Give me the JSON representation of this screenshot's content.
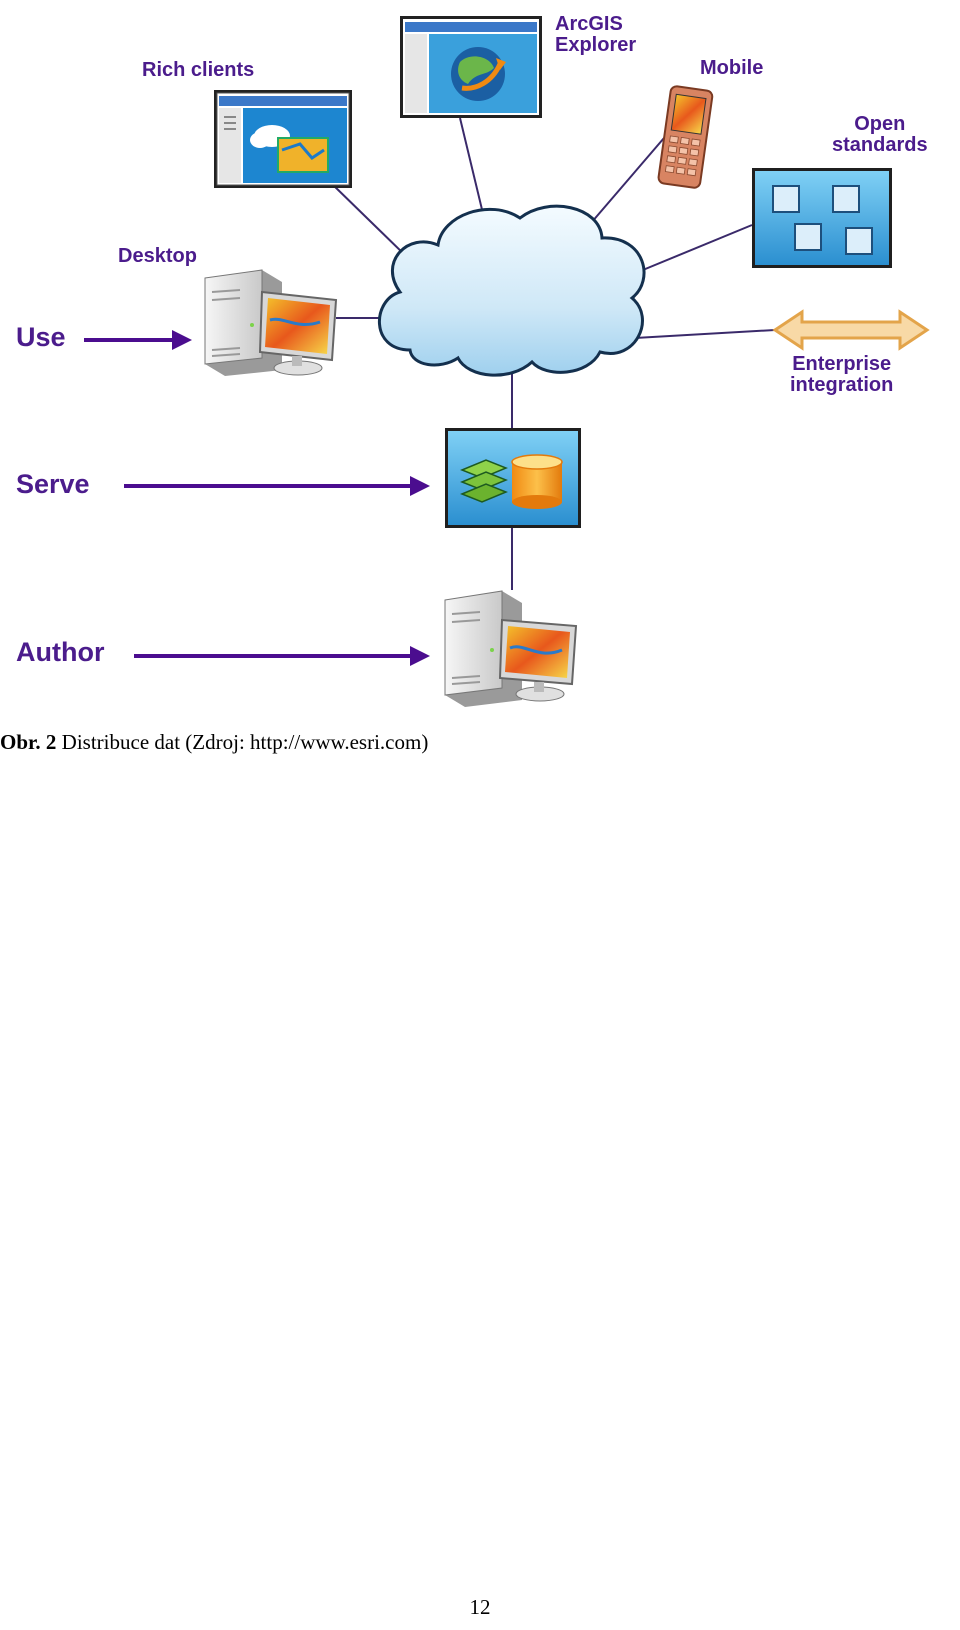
{
  "diagram": {
    "labels": {
      "rich_clients": "Rich clients",
      "arcgis_explorer_line1": "ArcGIS",
      "arcgis_explorer_line2": "Explorer",
      "mobile": "Mobile",
      "open_standards_line1": "Open",
      "open_standards_line2": "standards",
      "desktop": "Desktop",
      "enterprise_line1": "Enterprise",
      "enterprise_line2": "integration",
      "use": "Use",
      "serve": "Serve",
      "author": "Author"
    },
    "icons": [
      "rich-client-window-icon",
      "arcgis-explorer-globe-icon",
      "mobile-phone-icon",
      "open-standards-icon",
      "desktop-computer-icon",
      "cloud-icon",
      "enterprise-double-arrow-icon",
      "server-layers-database-icon",
      "author-computer-icon"
    ],
    "colors": {
      "label": "#4b1c8c",
      "arrow": "#4b0d8f",
      "line": "#3a2a6a",
      "panel": "#3aa0dc",
      "cloud": "#cfe8f7"
    }
  },
  "caption": {
    "prefix": "Obr. 2",
    "text": " Distribuce dat (Zdroj: http://www.esri.com)"
  },
  "page_number": "12"
}
